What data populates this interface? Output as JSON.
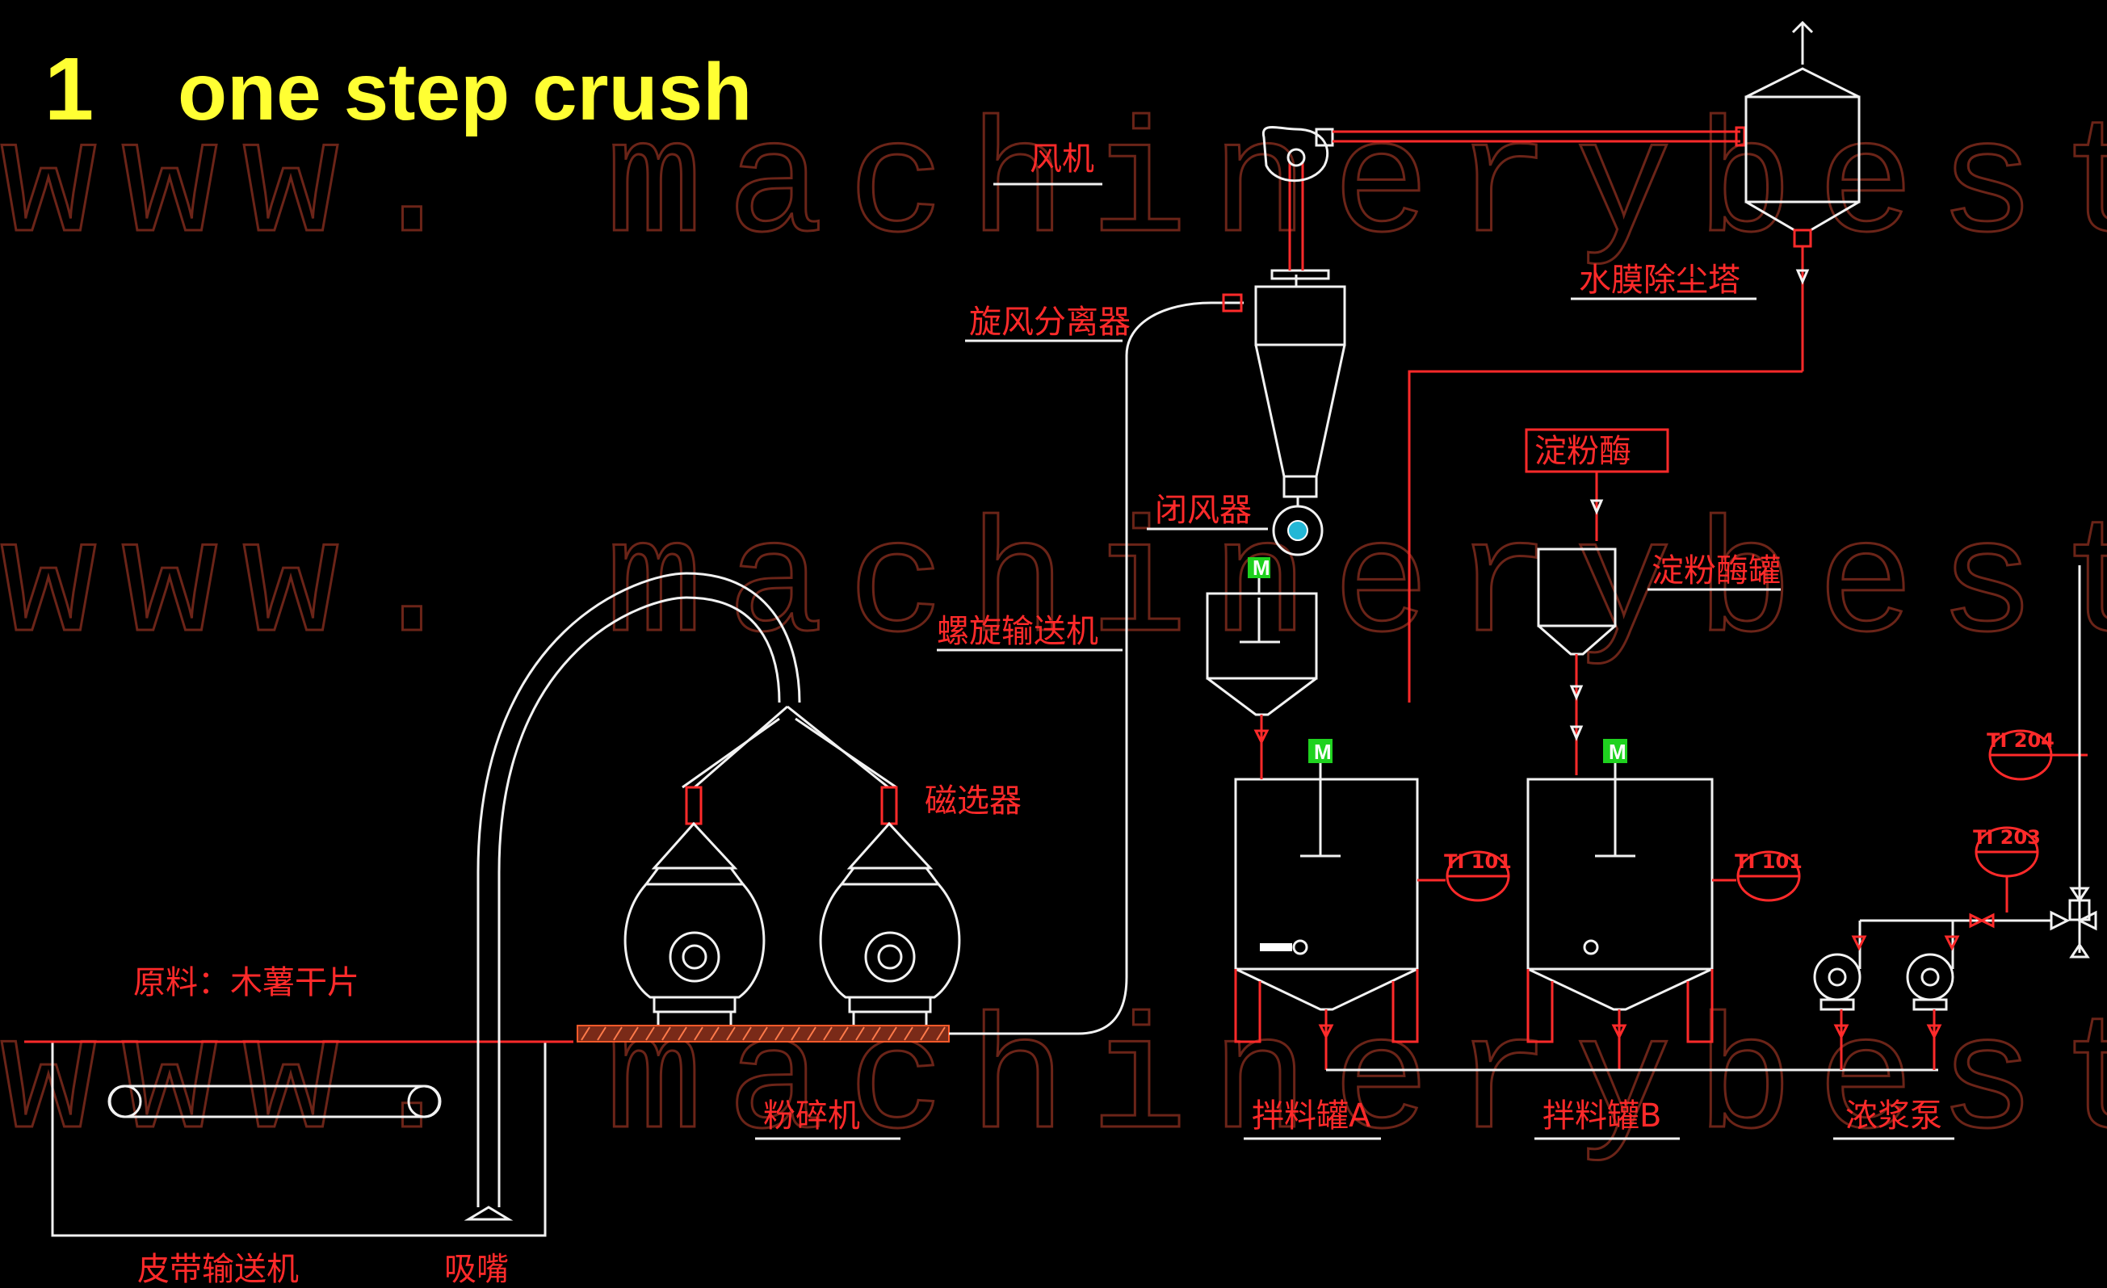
{
  "header": {
    "step_number": "1",
    "title": "one step crush"
  },
  "watermark": "www. machinerybest. com",
  "labels": {
    "fan": "风机",
    "water_film_dust_tower": "水膜除尘塔",
    "cyclone_separator": "旋风分离器",
    "air_lock": "闭风器",
    "amylase": "淀粉酶",
    "amylase_tank": "淀粉酶罐",
    "screw_conveyor": "螺旋输送机",
    "magnetic_separator": "磁选器",
    "raw_material": "原料：木薯干片",
    "crusher": "粉碎机",
    "mixing_tank_a": "拌料罐A",
    "mixing_tank_b": "拌料罐B",
    "slurry_pump": "浓浆泵",
    "belt_conveyor": "皮带输送机",
    "suction_nozzle": "吸嘴"
  },
  "instruments": {
    "ti_101": "TI 101",
    "ti_102": "TI 101",
    "ti_203": "TI 203",
    "ti_204": "TI 204"
  },
  "motor_symbol": "M",
  "colors": {
    "title": "#ffff33",
    "label": "#ff2a2a",
    "line": "#f2f2f2",
    "watermark": "#6b2418",
    "motor": "#1fd21f",
    "background": "#000000"
  }
}
